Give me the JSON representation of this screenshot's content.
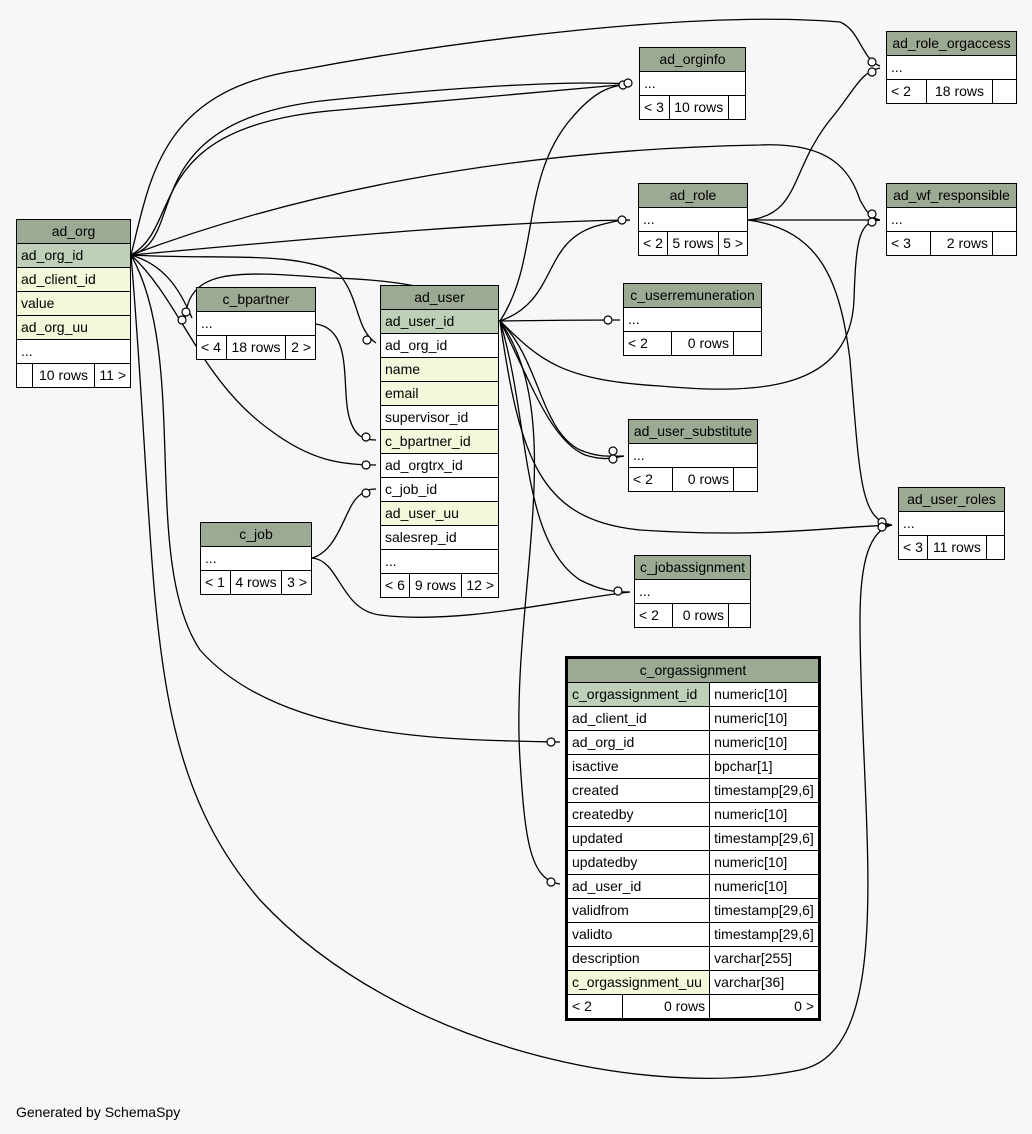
{
  "footer": "Generated by SchemaSpy",
  "tables": {
    "ad_org": {
      "name": "ad_org",
      "cols": [
        "ad_org_id",
        "ad_client_id",
        "value",
        "ad_org_uu",
        "..."
      ],
      "footer": [
        "",
        "10 rows",
        "11 >"
      ]
    },
    "c_bpartner": {
      "name": "c_bpartner",
      "cols": [
        "..."
      ],
      "footer": [
        "< 4",
        "18 rows",
        "2 >"
      ]
    },
    "ad_user": {
      "name": "ad_user",
      "cols": [
        "ad_user_id",
        "ad_org_id",
        "name",
        "email",
        "supervisor_id",
        "c_bpartner_id",
        "ad_orgtrx_id",
        "c_job_id",
        "ad_user_uu",
        "salesrep_id",
        "..."
      ],
      "footer": [
        "< 6",
        "9 rows",
        "12 >"
      ]
    },
    "c_job": {
      "name": "c_job",
      "cols": [
        "..."
      ],
      "footer": [
        "< 1",
        "4 rows",
        "3 >"
      ]
    },
    "ad_orginfo": {
      "name": "ad_orginfo",
      "cols": [
        "..."
      ],
      "footer": [
        "< 3",
        "10 rows",
        ""
      ]
    },
    "ad_role": {
      "name": "ad_role",
      "cols": [
        "..."
      ],
      "footer": [
        "< 2",
        "5 rows",
        "5 >"
      ]
    },
    "c_userremuneration": {
      "name": "c_userremuneration",
      "cols": [
        "..."
      ],
      "footer": [
        "< 2",
        "0 rows",
        ""
      ]
    },
    "ad_user_substitute": {
      "name": "ad_user_substitute",
      "cols": [
        "..."
      ],
      "footer": [
        "< 2",
        "0 rows",
        ""
      ]
    },
    "c_jobassignment": {
      "name": "c_jobassignment",
      "cols": [
        "..."
      ],
      "footer": [
        "< 2",
        "0 rows",
        ""
      ]
    },
    "ad_role_orgaccess": {
      "name": "ad_role_orgaccess",
      "cols": [
        "..."
      ],
      "footer": [
        "< 2",
        "18 rows",
        ""
      ]
    },
    "ad_wf_responsible": {
      "name": "ad_wf_responsible",
      "cols": [
        "..."
      ],
      "footer": [
        "< 3",
        "2 rows",
        ""
      ]
    },
    "ad_user_roles": {
      "name": "ad_user_roles",
      "cols": [
        "..."
      ],
      "footer": [
        "< 3",
        "11 rows",
        ""
      ]
    },
    "c_orgassignment": {
      "name": "c_orgassignment",
      "cols": [
        {
          "name": "c_orgassignment_id",
          "type": "numeric[10]"
        },
        {
          "name": "ad_client_id",
          "type": "numeric[10]"
        },
        {
          "name": "ad_org_id",
          "type": "numeric[10]"
        },
        {
          "name": "isactive",
          "type": "bpchar[1]"
        },
        {
          "name": "created",
          "type": "timestamp[29,6]"
        },
        {
          "name": "createdby",
          "type": "numeric[10]"
        },
        {
          "name": "updated",
          "type": "timestamp[29,6]"
        },
        {
          "name": "updatedby",
          "type": "numeric[10]"
        },
        {
          "name": "ad_user_id",
          "type": "numeric[10]"
        },
        {
          "name": "validfrom",
          "type": "timestamp[29,6]"
        },
        {
          "name": "validto",
          "type": "timestamp[29,6]"
        },
        {
          "name": "description",
          "type": "varchar[255]"
        },
        {
          "name": "c_orgassignment_uu",
          "type": "varchar[36]"
        }
      ],
      "footer": [
        "< 2",
        "0 rows",
        "0 >"
      ]
    }
  },
  "relationships": [
    {
      "from": "ad_org.ad_org_id",
      "to": "ad_orginfo"
    },
    {
      "from": "ad_org.ad_org_id",
      "to": "ad_role"
    },
    {
      "from": "ad_org.ad_org_id",
      "to": "ad_role_orgaccess"
    },
    {
      "from": "ad_org.ad_org_id",
      "to": "ad_wf_responsible"
    },
    {
      "from": "ad_org.ad_org_id",
      "to": "c_bpartner"
    },
    {
      "from": "ad_org.ad_org_id",
      "to": "ad_user.ad_org_id"
    },
    {
      "from": "ad_org.ad_org_id",
      "to": "ad_user.ad_orgtrx_id"
    },
    {
      "from": "ad_org.ad_org_id",
      "to": "c_orgassignment.ad_org_id"
    },
    {
      "from": "ad_org.ad_org_id",
      "to": "ad_user_roles"
    },
    {
      "from": "c_bpartner",
      "to": "ad_user.c_bpartner_id"
    },
    {
      "from": "c_job",
      "to": "ad_user.c_job_id"
    },
    {
      "from": "c_job",
      "to": "c_jobassignment"
    },
    {
      "from": "ad_user.ad_user_id",
      "to": "ad_orginfo"
    },
    {
      "from": "ad_user.ad_user_id",
      "to": "ad_role"
    },
    {
      "from": "ad_user.ad_user_id",
      "to": "c_userremuneration"
    },
    {
      "from": "ad_user.ad_user_id",
      "to": "ad_user_substitute"
    },
    {
      "from": "ad_user.ad_user_id",
      "to": "c_jobassignment"
    },
    {
      "from": "ad_user.ad_user_id",
      "to": "ad_user_roles"
    },
    {
      "from": "ad_user.ad_user_id",
      "to": "ad_wf_responsible"
    },
    {
      "from": "ad_user.ad_user_id",
      "to": "c_bpartner"
    },
    {
      "from": "ad_user.ad_user_id",
      "to": "c_orgassignment.ad_user_id"
    },
    {
      "from": "ad_role",
      "to": "ad_role_orgaccess"
    },
    {
      "from": "ad_role",
      "to": "ad_wf_responsible"
    },
    {
      "from": "ad_role",
      "to": "ad_user_roles"
    }
  ]
}
